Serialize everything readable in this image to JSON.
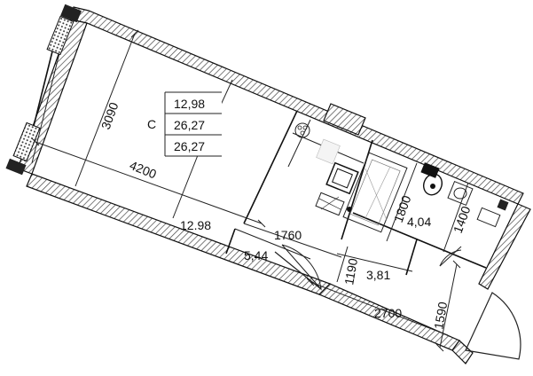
{
  "summary_table": {
    "room_label": "С",
    "row1": "12,98",
    "row2": "26,27",
    "row3": "26,27"
  },
  "areas": {
    "living": "12.98",
    "hall": "5,44",
    "bath": "4,04",
    "corridor": "3,81"
  },
  "dimensions": {
    "d3090": "3090",
    "d4200": "4200",
    "d1760": "1760",
    "d1800": "1800",
    "d1400": "1400",
    "d1190": "1190",
    "d2700": "2700",
    "d1590": "1590"
  },
  "colors": {
    "wall_fill": "#1a1a1a",
    "hatch": "#444444",
    "line": "#222222",
    "background": "#ffffff"
  }
}
